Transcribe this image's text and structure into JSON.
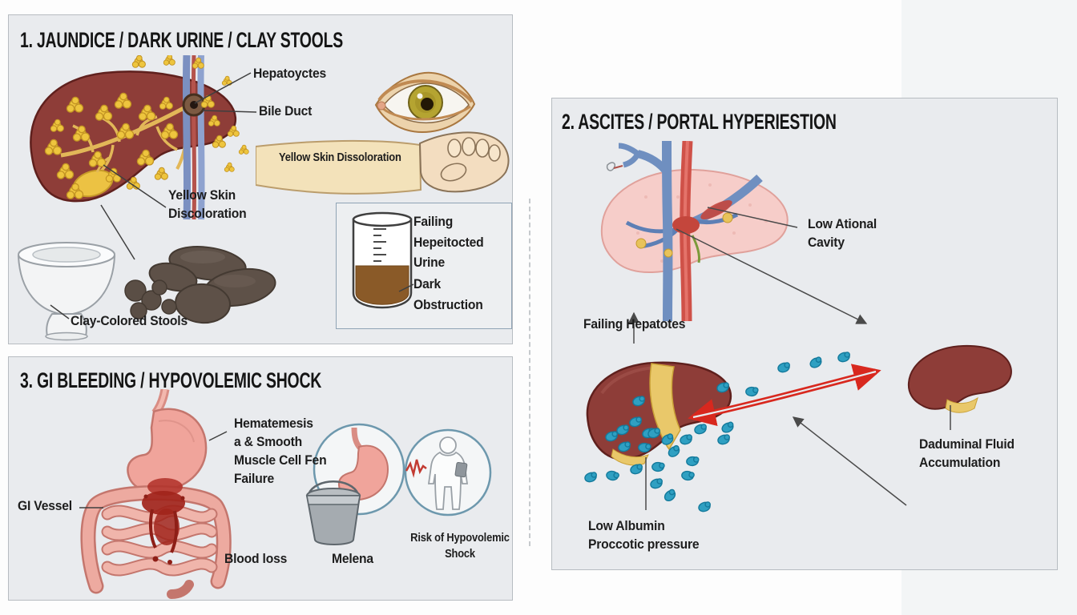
{
  "colors": {
    "panel_bg": "#e9ebee",
    "panel_border": "#b7bcc1",
    "accent_red": "#d8281e",
    "liver_maroon": "#8e3d38",
    "bile_yellow": "#eec53e",
    "fluid_teal": "#2fa0c2",
    "vessel_blue": "#6f8fc0"
  },
  "panel1": {
    "title": "1. JAUNDICE / DARK URINE / CLAY STOOLS",
    "labels": {
      "hepatocytes": "Hepatoyctes",
      "bile_duct": "Bile Duct",
      "arm_text": "Yellow Skin Dissoloration",
      "yellow_skin": "Yellow Skin\nDiscoloration",
      "clay_stools": "Clay-Colored Stools",
      "beaker_top": "Failing\nHepeitocted\nUrine",
      "beaker_bottom": "Dark\nObstruction"
    }
  },
  "panel2": {
    "title": "2. ASCITES / PORTAL HYPERIESTION",
    "labels": {
      "low_ational": "Low Ational\nCavity",
      "failing_hepatotes": "Failing Hepatotes",
      "fluid_accumulation": "Daduminal Fluid\nAccumulation",
      "low_albumin": "Low Albumin\nProccotic pressure"
    }
  },
  "panel3": {
    "title": "3. GI BLEEDING / HYPOVOLEMIC SHOCK",
    "labels": {
      "hematemesis": "Hematemesis\na & Smooth\nMuscle Cell Fen\nFailure",
      "gi_vessel": "GI Vessel",
      "blood_loss": "Blood loss",
      "melena": "Melena",
      "risk_shock": "Risk of Hypovolemic\nShock"
    }
  }
}
